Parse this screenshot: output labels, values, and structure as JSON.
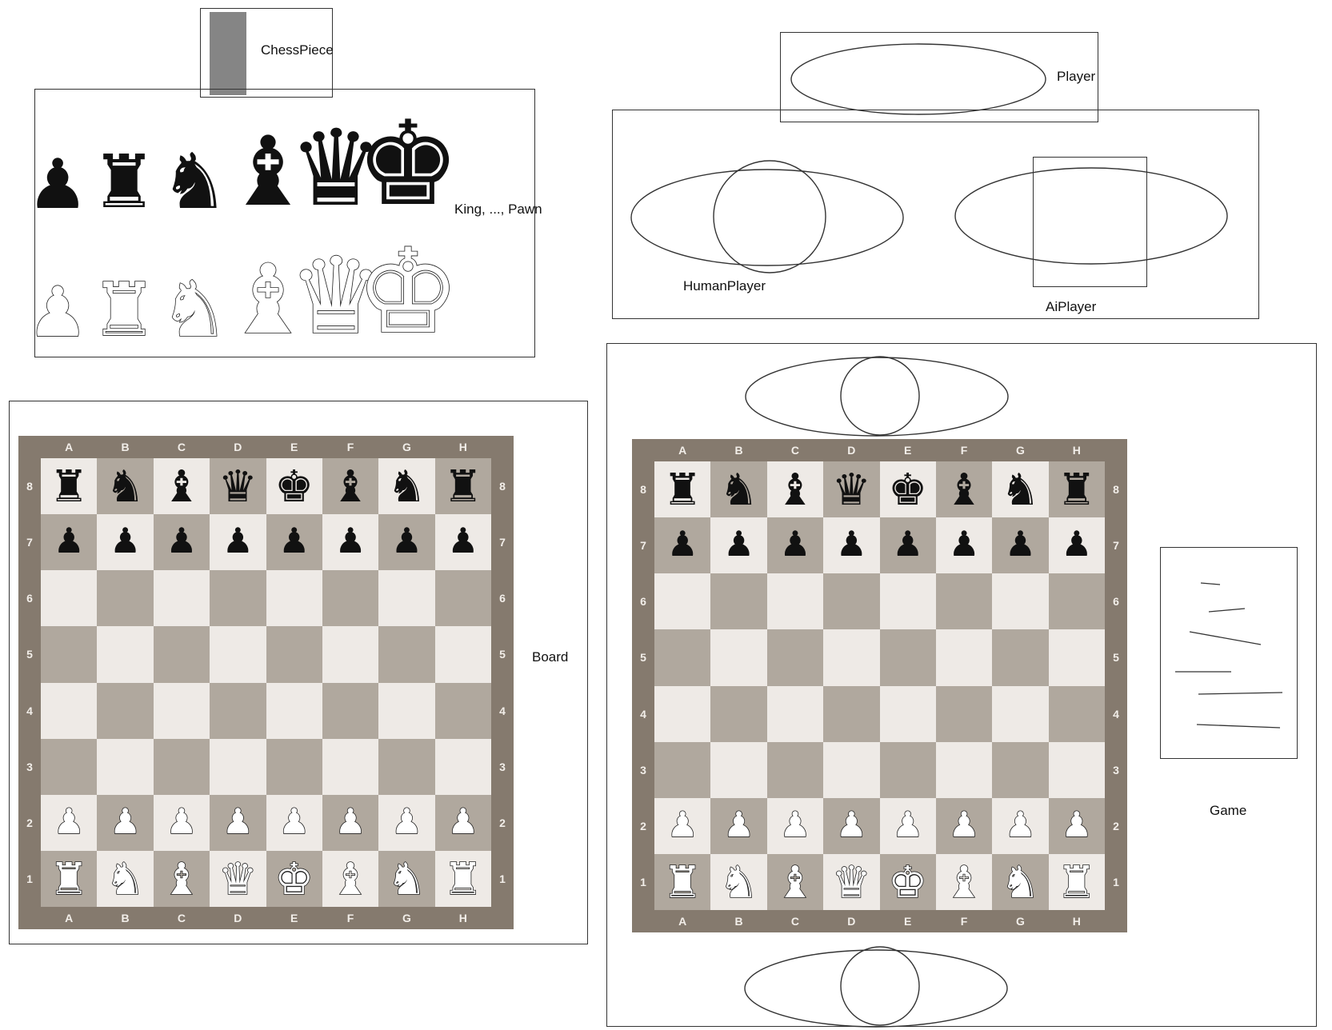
{
  "labels": {
    "chess_piece": "ChessPiece",
    "pieces": "King, ..., Pawn",
    "player": "Player",
    "human_player": "HumanPlayer",
    "ai_player": "AiPlayer",
    "board": "Board",
    "game": "Game"
  },
  "piece_row_black": [
    "pawn",
    "rook",
    "knight",
    "bishop",
    "queen",
    "king"
  ],
  "piece_row_white": [
    "pawn",
    "rook",
    "knight",
    "bishop",
    "queen",
    "king"
  ],
  "board": {
    "files": [
      "A",
      "B",
      "C",
      "D",
      "E",
      "F",
      "G",
      "H"
    ],
    "ranks": [
      "8",
      "7",
      "6",
      "5",
      "4",
      "3",
      "2",
      "1"
    ],
    "light_color": "#eeeae6",
    "dark_color": "#b0a89e",
    "border_color": "#857a6e",
    "position": [
      [
        "r",
        "n",
        "b",
        "q",
        "k",
        "b",
        "n",
        "r"
      ],
      [
        "p",
        "p",
        "p",
        "p",
        "p",
        "p",
        "p",
        "p"
      ],
      [
        "",
        "",
        "",
        "",
        "",
        "",
        "",
        ""
      ],
      [
        "",
        "",
        "",
        "",
        "",
        "",
        "",
        ""
      ],
      [
        "",
        "",
        "",
        "",
        "",
        "",
        "",
        ""
      ],
      [
        "",
        "",
        "",
        "",
        "",
        "",
        "",
        ""
      ],
      [
        "P",
        "P",
        "P",
        "P",
        "P",
        "P",
        "P",
        "P"
      ],
      [
        "R",
        "N",
        "B",
        "Q",
        "K",
        "B",
        "N",
        "R"
      ]
    ]
  }
}
